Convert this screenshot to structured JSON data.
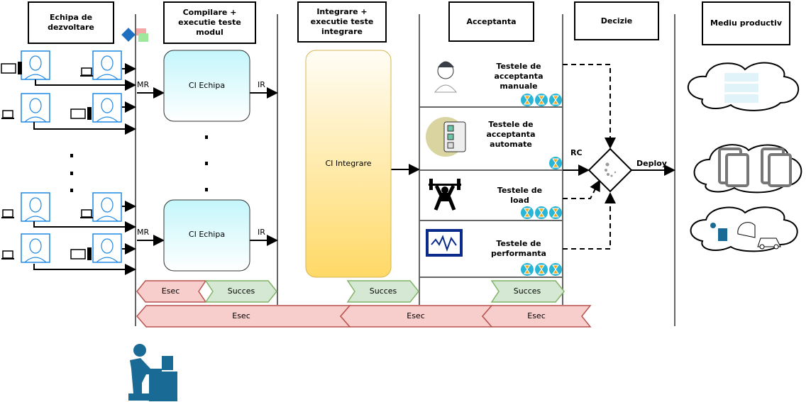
{
  "lanes": [
    {
      "title": "Echipa de dezvoltare"
    },
    {
      "title": "Compilare + executie teste modul"
    },
    {
      "title": "Integrare + executie teste integrare"
    },
    {
      "title": "Acceptanta"
    },
    {
      "title": "Decizie"
    },
    {
      "title": "Mediu productiv"
    }
  ],
  "labels": {
    "mr": "MR",
    "ir": "IR",
    "rc": "RC",
    "deploy": "Deploy"
  },
  "ci_team": "CI Echipa",
  "ci_integration": "CI Integrare",
  "tests": [
    {
      "title": "Testele de acceptanta manuale",
      "hourglasses": 3
    },
    {
      "title": "Testele de acceptanta automate",
      "hourglasses": 1
    },
    {
      "title": "Testele de load",
      "hourglasses": 3
    },
    {
      "title": "Testele de performanta",
      "hourglasses": 3
    }
  ],
  "results": {
    "fail": "Esec",
    "success": "Succes"
  },
  "colors": {
    "fail": "#f8cecc",
    "fail_border": "#b85450",
    "success": "#d5e8d4",
    "success_border": "#82b366",
    "ci_team_fill": "#c7f7fb",
    "ci_integration_fill": "#ffd966",
    "avatar": "#1e88e5",
    "hourglass_bg": "#29b6d6"
  }
}
